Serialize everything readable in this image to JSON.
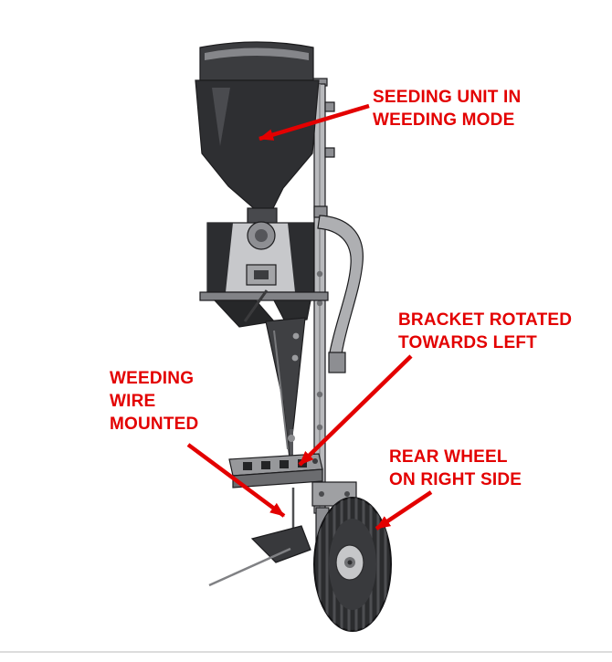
{
  "theme": {
    "background_color": "#ffffff",
    "accent_color": "#e30000",
    "machine_dark": "#2e2f32",
    "machine_mid": "#8d8e92",
    "machine_light": "#c7c8cb",
    "machine_outline": "#1c1c1e"
  },
  "annotations": {
    "seeding_unit": {
      "text": "SEEDING UNIT IN\nWEEDING MODE"
    },
    "bracket": {
      "text": "BRACKET ROTATED\nTOWARDS LEFT"
    },
    "weeding_wire": {
      "text": "WEEDING\nWIRE\nMOUNTED"
    },
    "rear_wheel": {
      "text": "REAR WHEEL\nON RIGHT SIDE"
    }
  }
}
